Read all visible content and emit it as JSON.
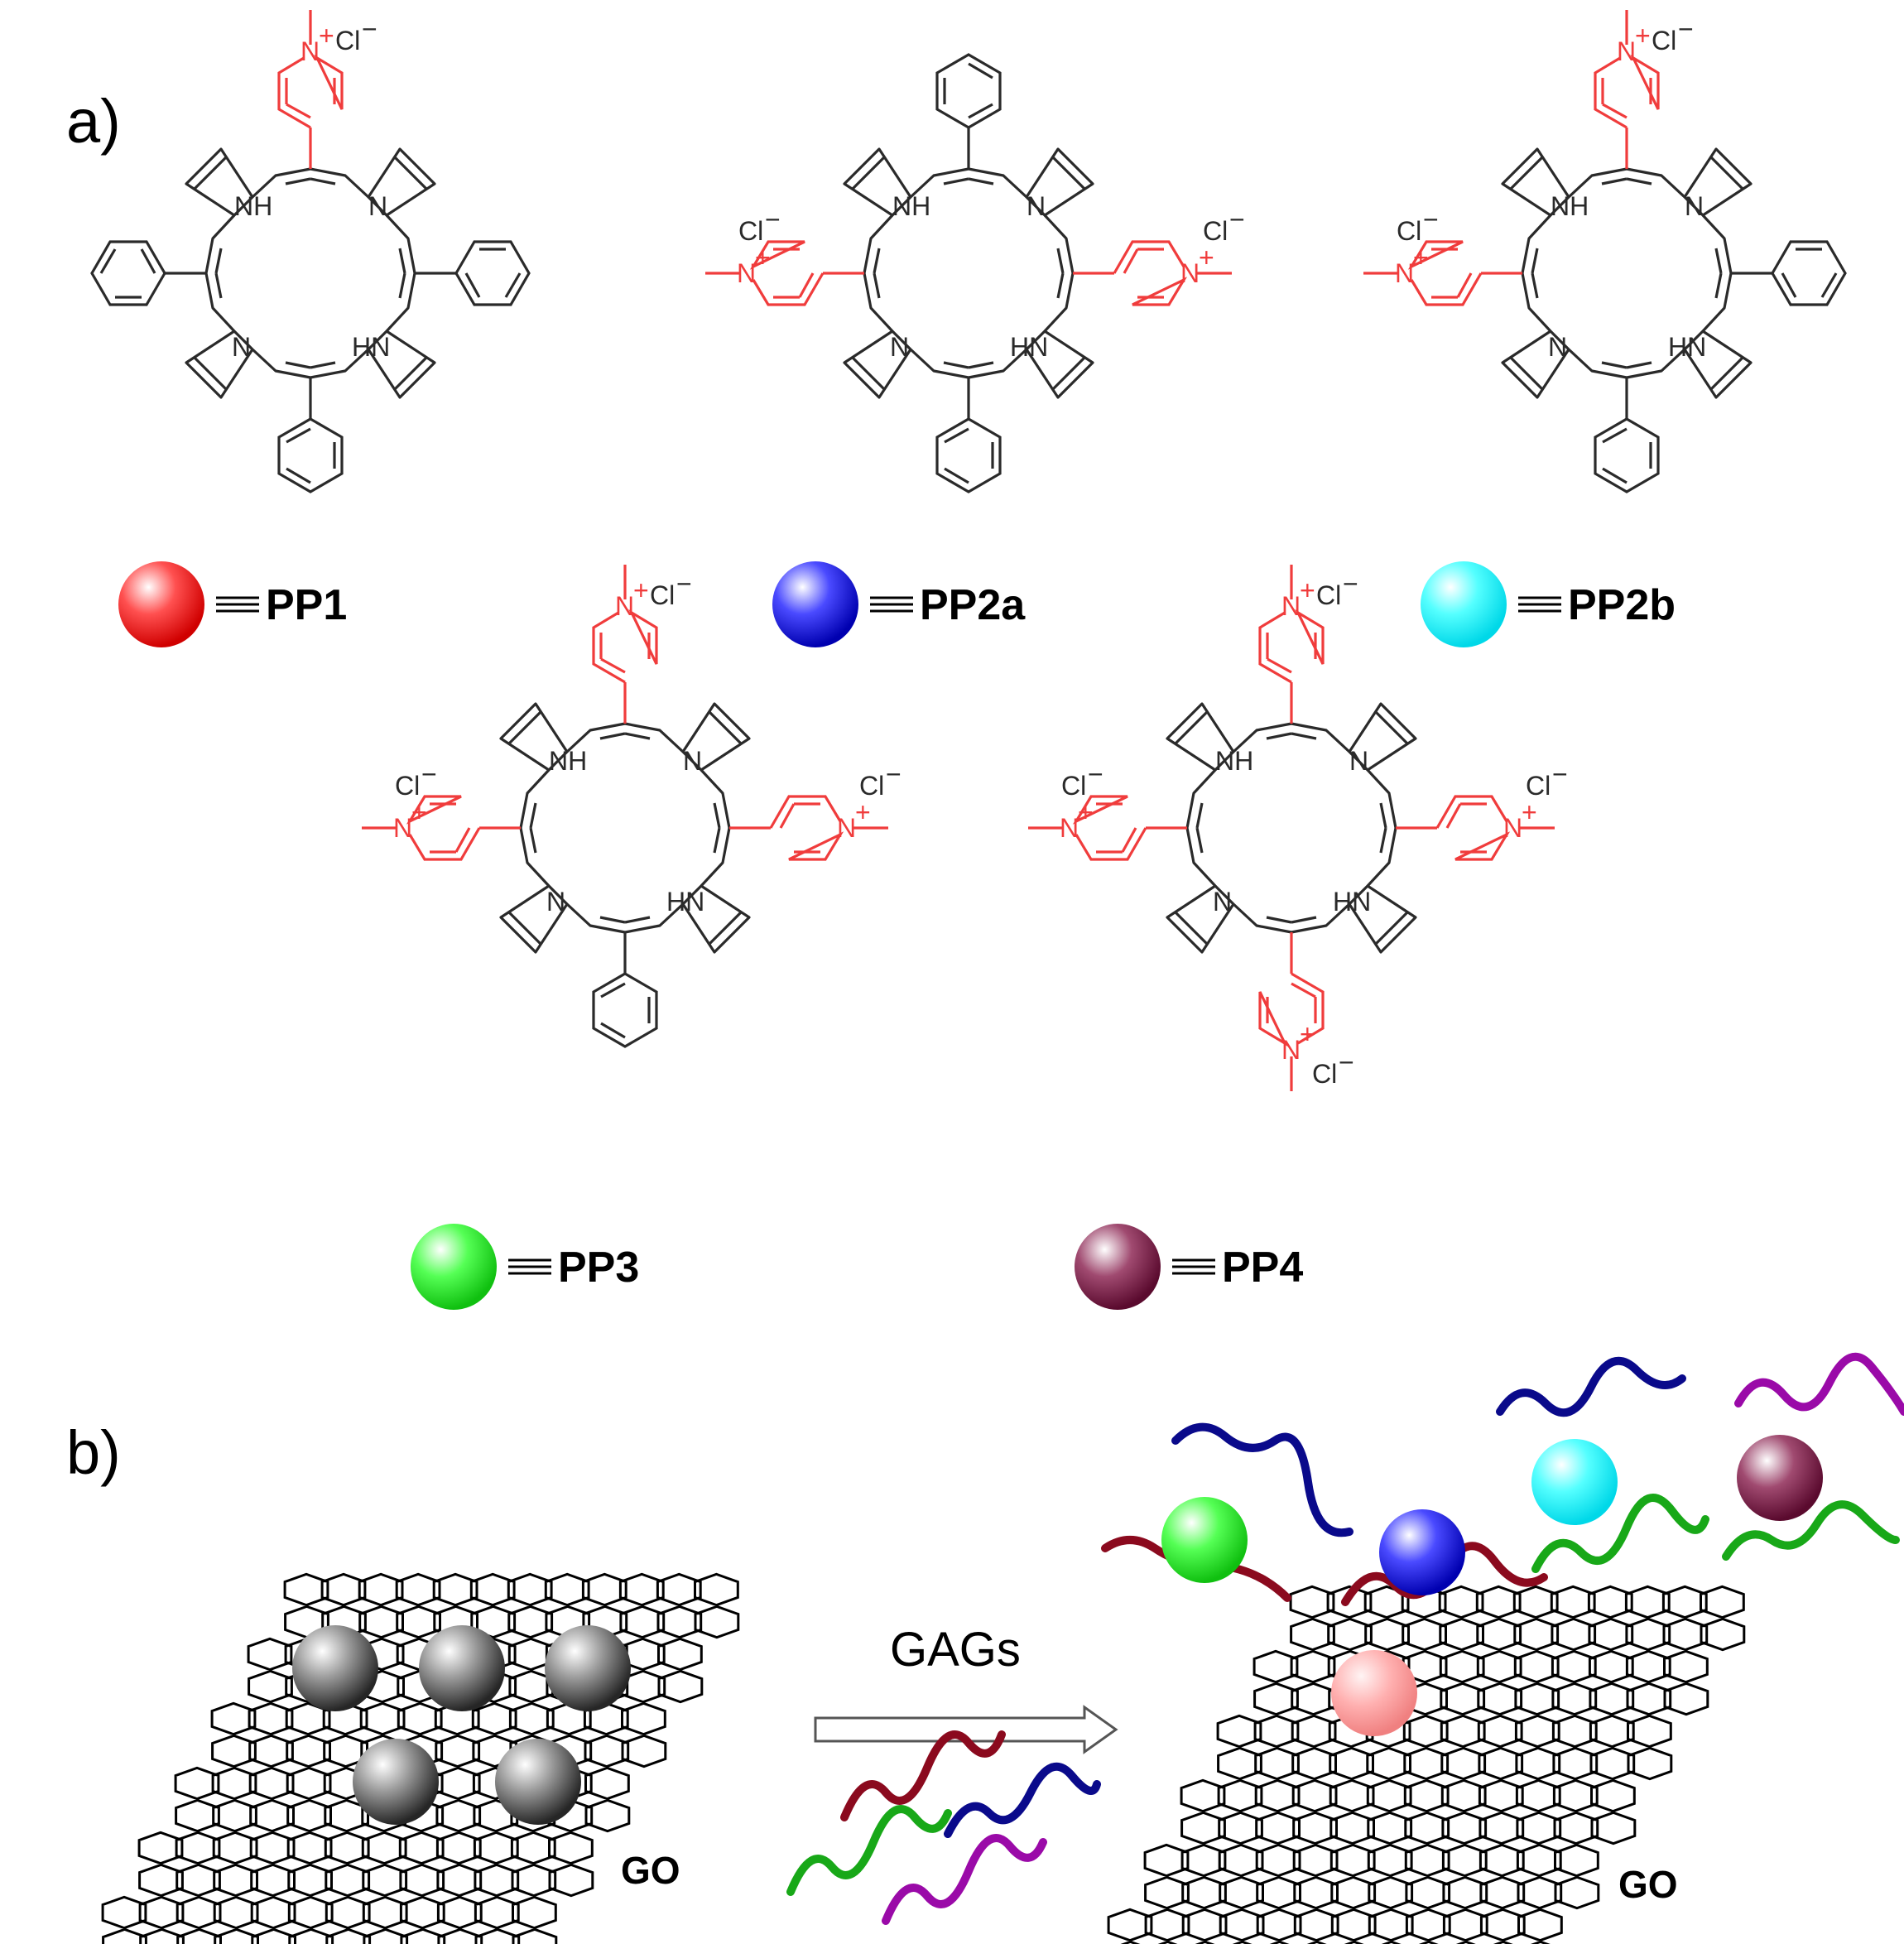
{
  "panel_a": {
    "label": "a)",
    "compounds": [
      {
        "name": "PP1",
        "sphere_color": "#ff1a1a",
        "top": "pyridinium",
        "left": "phenyl",
        "right": "phenyl",
        "bottom": "phenyl"
      },
      {
        "name": "PP2a",
        "sphere_color": "#1a1aff",
        "top": "phenyl",
        "left": "pyridinium",
        "right": "pyridinium",
        "bottom": "phenyl"
      },
      {
        "name": "PP2b",
        "sphere_color": "#33ffff",
        "top": "pyridinium",
        "left": "pyridinium",
        "right": "phenyl",
        "bottom": "phenyl"
      },
      {
        "name": "PP3",
        "sphere_color": "#22ee22",
        "top": "pyridinium",
        "left": "pyridinium",
        "right": "pyridinium",
        "bottom": "phenyl"
      },
      {
        "name": "PP4",
        "sphere_color": "#7a1a40",
        "top": "pyridinium",
        "left": "pyridinium",
        "right": "pyridinium",
        "bottom": "pyridinium"
      }
    ],
    "atom_labels": {
      "nh": "NH",
      "hn": "HN",
      "n": "N",
      "counterion": "Cl",
      "charge_minus": "−",
      "charge_plus": "+"
    },
    "colors": {
      "porphyrin_core": "#2a2a2a",
      "pyridinium": "#f03c3c"
    }
  },
  "panel_b": {
    "label": "b)",
    "arrow_label": "GAGs",
    "sheet_label": "GO",
    "colors": {
      "quenched_sphere": "#888888",
      "gag_red": "#8b0a1e",
      "gag_blue": "#0a0a8b",
      "gag_green": "#18a818",
      "gag_purple": "#9a0aa8"
    }
  }
}
